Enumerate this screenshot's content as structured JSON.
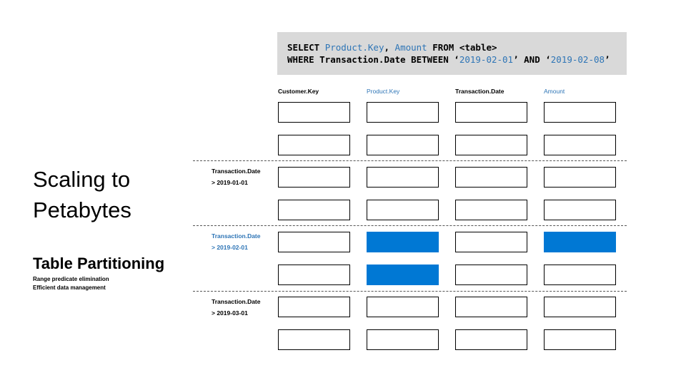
{
  "sql": {
    "line1": [
      {
        "text": "SELECT ",
        "highlight": false
      },
      {
        "text": "Product.Key",
        "highlight": true
      },
      {
        "text": ", ",
        "highlight": false
      },
      {
        "text": "Amount",
        "highlight": true
      },
      {
        "text": " FROM <table>",
        "highlight": false
      }
    ],
    "line2": [
      {
        "text": "WHERE Transaction.Date BETWEEN ‘",
        "highlight": false
      },
      {
        "text": "2019-02-01",
        "highlight": true
      },
      {
        "text": "’ AND ‘",
        "highlight": false
      },
      {
        "text": "2019-02-08",
        "highlight": true
      },
      {
        "text": "’",
        "highlight": false
      }
    ]
  },
  "title": {
    "line1": "Scaling to",
    "line2": "Petabytes"
  },
  "subtitle": "Table Partitioning",
  "bullets": {
    "item1": "Range predicate elimination",
    "item2": "Efficient data management"
  },
  "columns": {
    "c1": "Customer.Key",
    "c2": "Product.Key",
    "c3": "Transaction.Date",
    "c4": "Amount"
  },
  "partitions": {
    "p1": {
      "field": "Transaction.Date",
      "cond": "> 2019-01-01"
    },
    "p2": {
      "field": "Transaction.Date",
      "cond": "> 2019-02-01"
    },
    "p3": {
      "field": "Transaction.Date",
      "cond": "> 2019-03-01"
    }
  },
  "colors": {
    "highlight_text": "#2e75b6",
    "selected_cell": "#0078d4",
    "sql_box": "#d9d9d9"
  }
}
